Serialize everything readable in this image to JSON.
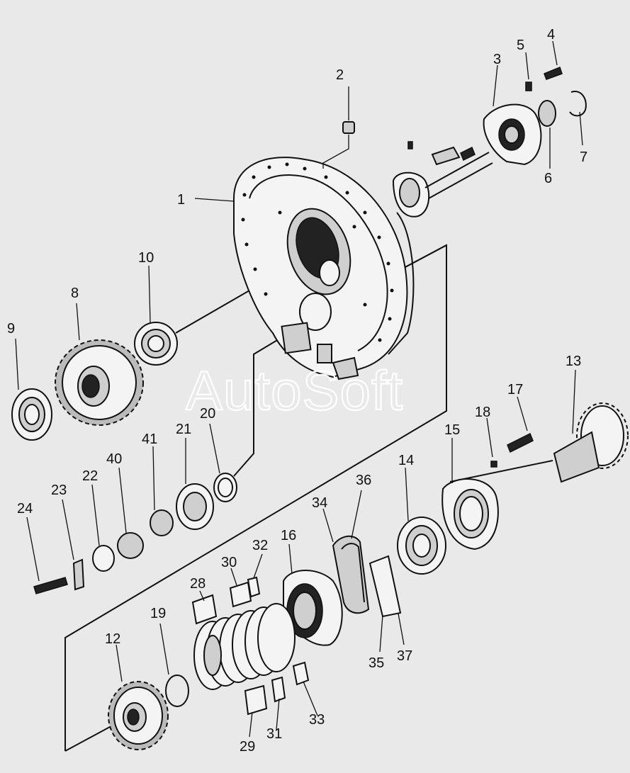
{
  "watermark": "AutoSoft",
  "callouts": {
    "c1": "1",
    "c2": "2",
    "c3": "3",
    "c4": "4",
    "c5": "5",
    "c6": "6",
    "c7": "7",
    "c8": "8",
    "c9": "9",
    "c10": "10",
    "c12": "12",
    "c13": "13",
    "c14": "14",
    "c15": "15",
    "c16": "16",
    "c17": "17",
    "c18": "18",
    "c19": "19",
    "c20": "20",
    "c21": "21",
    "c22": "22",
    "c23": "23",
    "c24": "24",
    "c28": "28",
    "c29": "29",
    "c30": "30",
    "c31": "31",
    "c32": "32",
    "c33": "33",
    "c34": "34",
    "c35": "35",
    "c36": "36",
    "c37": "37",
    "c40": "40",
    "c41": "41"
  }
}
